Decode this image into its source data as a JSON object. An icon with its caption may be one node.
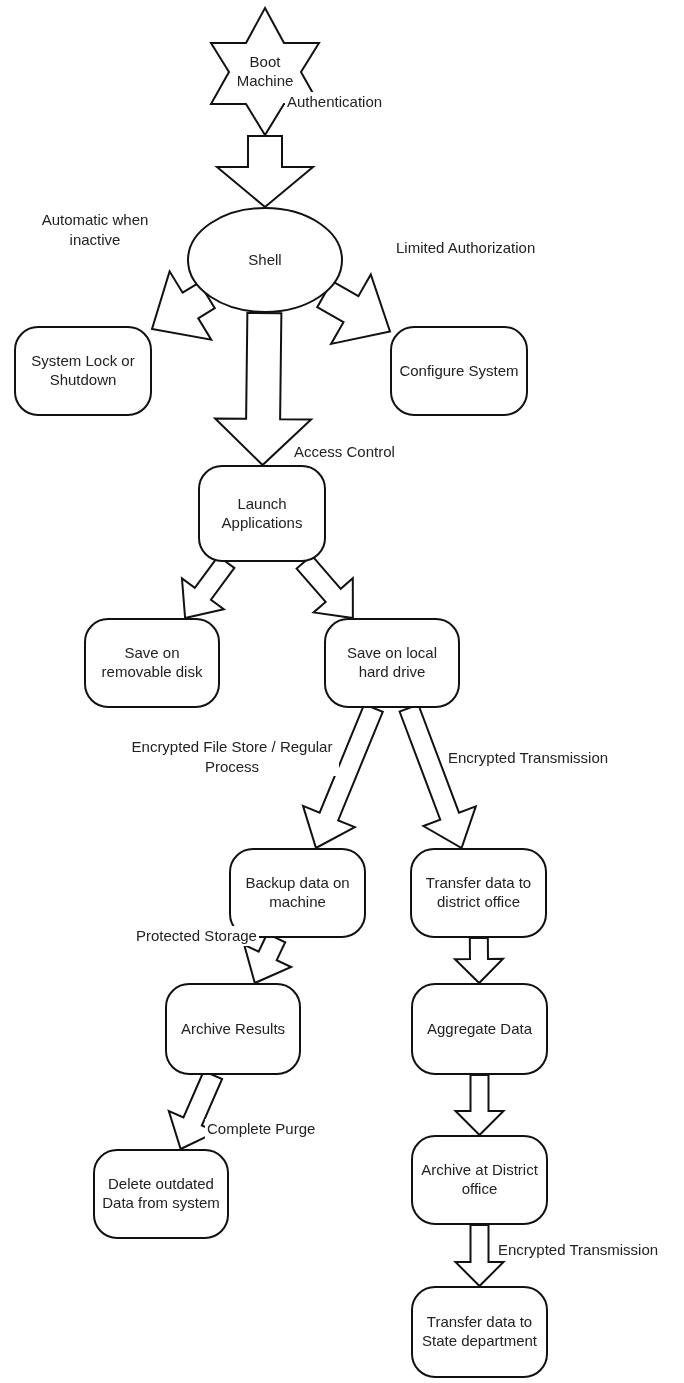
{
  "diagram": {
    "nodes": [
      {
        "text": [
          "Boot Machine"
        ]
      },
      {
        "text": [
          "Shell"
        ]
      },
      {
        "text": [
          "System Lock or Shutdown"
        ]
      },
      {
        "text": [
          "Configure System"
        ]
      },
      {
        "text": [
          "Launch Applications"
        ]
      },
      {
        "text": [
          "Save on removable disk"
        ]
      },
      {
        "text": [
          "Save on local hard drive"
        ]
      },
      {
        "text": [
          "Backup data on machine"
        ]
      },
      {
        "text": [
          "Transfer data to district office"
        ]
      },
      {
        "text": [
          "Archive Results"
        ]
      },
      {
        "text": [
          "Aggregate Data"
        ]
      },
      {
        "text": [
          "Delete outdated Data from system"
        ]
      },
      {
        "text": [
          "Archive at District office"
        ]
      },
      {
        "text": [
          "Transfer data to State department"
        ]
      }
    ],
    "edges": [
      {
        "from": 0,
        "to": 1,
        "arrow": "to",
        "style": "thick",
        "label": "Authentication"
      },
      {
        "from": 1,
        "to": 2,
        "arrow": "to",
        "style": "thick",
        "label": "Automatic when inactive"
      },
      {
        "from": 1,
        "to": 3,
        "arrow": "to",
        "style": "thick",
        "label": "Limited Authorization"
      },
      {
        "from": 1,
        "to": 4,
        "arrow": "to",
        "style": "thick",
        "label": "Access Control"
      },
      {
        "from": 4,
        "to": 5,
        "arrow": "to",
        "style": "thick"
      },
      {
        "from": 4,
        "to": 6,
        "arrow": "to",
        "style": "thick"
      },
      {
        "from": 6,
        "to": 7,
        "arrow": "to",
        "style": "thick",
        "label": "Encrypted File Store / Regular Process"
      },
      {
        "from": 6,
        "to": 8,
        "arrow": "to",
        "style": "thick",
        "label": "Encrypted Transmission"
      },
      {
        "from": 7,
        "to": 9,
        "arrow": "to",
        "style": "thick",
        "label": "Protected Storage"
      },
      {
        "from": 9,
        "to": 11,
        "arrow": "to",
        "style": "thick",
        "label": "Complete Purge"
      },
      {
        "from": 8,
        "to": 10,
        "arrow": "to",
        "style": "thick"
      },
      {
        "from": 10,
        "to": 12,
        "arrow": "to",
        "style": "thick"
      },
      {
        "from": 12,
        "to": 13,
        "arrow": "to",
        "style": "thick",
        "label": "Encrypted Transmission"
      }
    ]
  }
}
